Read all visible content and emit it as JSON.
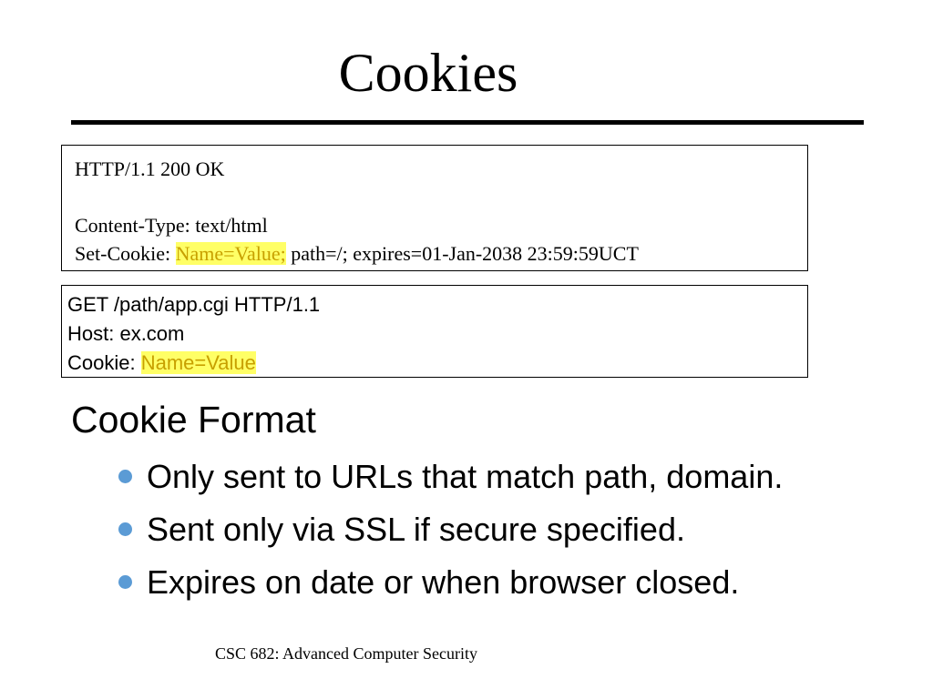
{
  "slide": {
    "title": "Cookies",
    "response_box": {
      "status_line": "HTTP/1.1 200 OK",
      "content_type": "Content-Type: text/html",
      "set_cookie_prefix": "Set-Cookie: ",
      "set_cookie_highlight": "Name=Value;",
      "set_cookie_suffix": " path=/; expires=01-Jan-2038 23:59:59UCT"
    },
    "request_box": {
      "request_line": "GET /path/app.cgi HTTP/1.1",
      "host": "Host: ex.com",
      "cookie_prefix": "Cookie: ",
      "cookie_highlight": "Name=Value"
    },
    "section_heading": "Cookie Format",
    "bullets": [
      "Only sent to URLs that match path, domain.",
      "Sent only via SSL if secure specified.",
      "Expires on date or when browser closed."
    ],
    "footer": "CSC 682: Advanced Computer Security",
    "colors": {
      "highlight_background": "#ffff66",
      "highlight_text": "#c8a000",
      "bullet": "#5b9bd5"
    }
  }
}
